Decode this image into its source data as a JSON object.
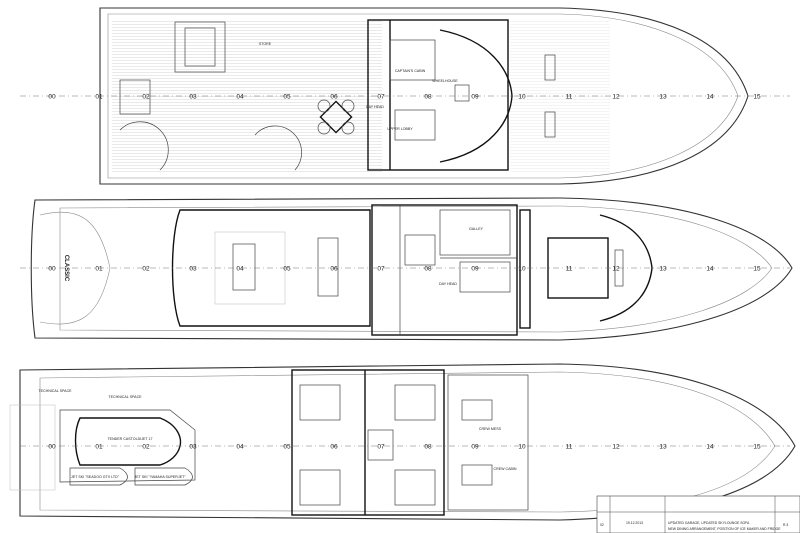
{
  "drawing": {
    "hull_name": "CLASSIC",
    "stations": [
      "00",
      "01",
      "02",
      "03",
      "04",
      "05",
      "06",
      "07",
      "08",
      "09",
      "10",
      "11",
      "12",
      "13",
      "14",
      "15"
    ],
    "sun_deck": {
      "labels": [
        "STORE",
        "CAPTAIN'S CABIN",
        "WHEELHOUSE",
        "DAY HEAD",
        "UPPER LOBBY"
      ]
    },
    "main_deck": {
      "labels": [
        "GALLEY",
        "DAY HEAD"
      ]
    },
    "lower_deck": {
      "labels": [
        "TECHNICAL SPACE",
        "TECHNICAL SPACE",
        "TENDER CASTOLDIJET 17",
        "JET SKI \"SEADOO GTX LTD\"",
        "JET SKI \"YAMAHA SUPERJET\"",
        "CREW MESS",
        "CREW CABIN"
      ]
    },
    "title_block": {
      "revision": "02",
      "date": "19.12.2013",
      "description": "UPDATED GARAGE, UPDATED SKYLOUNGE SOFA",
      "description2": "NEW DINING ARRANGEMENT, POSITION OF ICE MAKER AND FRIDGE",
      "sheet": "R.3"
    }
  }
}
